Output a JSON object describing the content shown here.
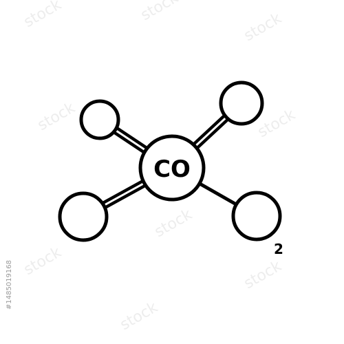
{
  "molecule": {
    "center_label": "CO",
    "subscript": "2"
  },
  "watermark": {
    "text": "stock",
    "side_id": "#1485019168"
  },
  "colors": {
    "line": "#000000",
    "fill": "#ffffff",
    "background": "#ffffff"
  }
}
